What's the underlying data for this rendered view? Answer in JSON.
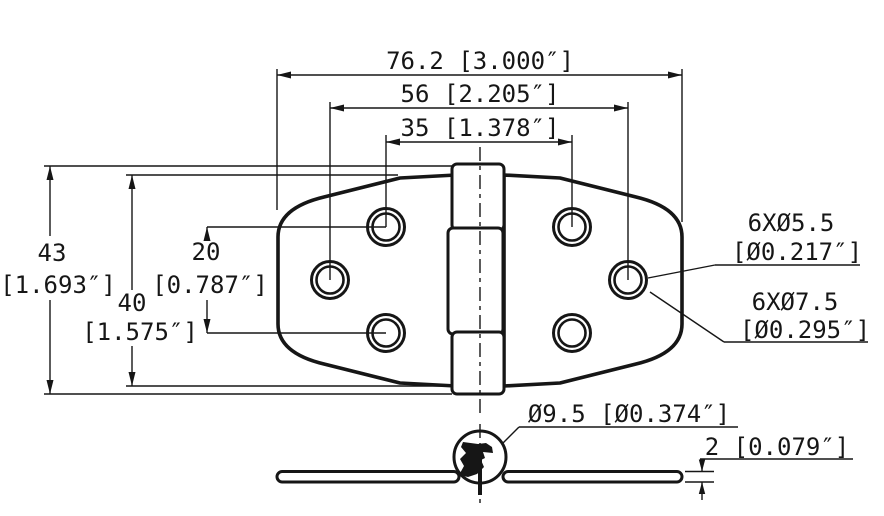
{
  "drawing": {
    "labels": {
      "overall_width": "76.2 [3.000″]",
      "middle_hole_span": "56 [2.205″]",
      "inner_hole_span": "35 [1.378″]",
      "overall_height_mm": "43",
      "overall_height_in": "[1.693″]",
      "leaf_height_mm": "40",
      "leaf_height_in": "[1.575″]",
      "hole_row_span_mm": "20",
      "hole_row_span_in": "[0.787″]",
      "screw_hole_dia": "6XØ5.5",
      "screw_hole_dia_in": "[Ø0.217″]",
      "countersink_dia": "6XØ7.5",
      "countersink_dia_in": "[Ø0.295″]",
      "knuckle_dia": "Ø9.5 [Ø0.374″]",
      "leaf_thickness": "2 [0.079″]"
    },
    "colors": {
      "line": "#161616",
      "background": "#ffffff"
    }
  }
}
